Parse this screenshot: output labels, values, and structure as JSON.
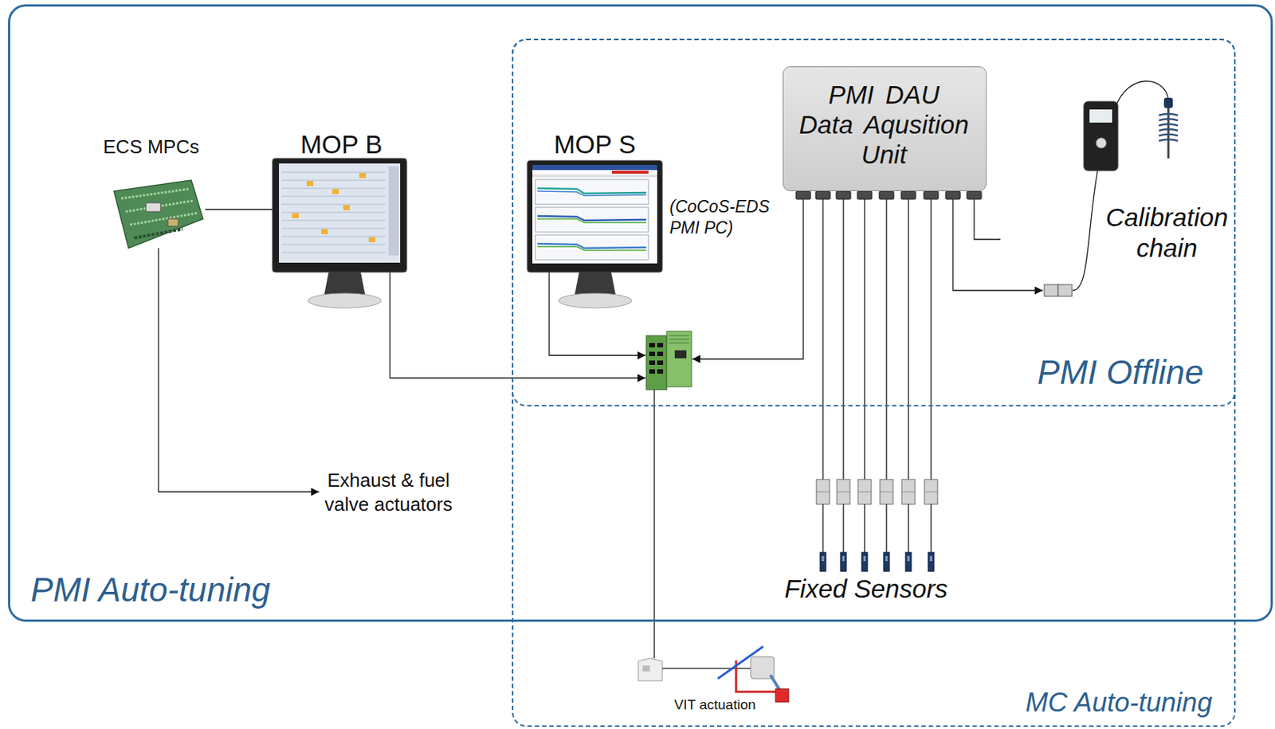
{
  "diagram": {
    "nodes": [
      {
        "text": [
          "PMI Auto-tuning"
        ]
      },
      {
        "text": [
          "MC Auto-tuning"
        ]
      },
      {
        "text": [
          "PMI Offline"
        ],
        "in": 1
      },
      {
        "text": [
          "ECS MPCs"
        ],
        "in": 0
      },
      {
        "text": [
          "MOP B"
        ],
        "in": 0
      },
      {
        "text": [
          "MOP S",
          "(CoCoS-EDS PMI PC)"
        ],
        "in": 2
      },
      {
        "text": [
          "PMI DAU Data Aqusition Unit"
        ],
        "in": 2
      },
      {
        "text": [
          "Calibration chain"
        ],
        "in": 2
      },
      {
        "text": [
          "Exhaust & fuel valve actuators"
        ],
        "in": 0
      },
      {
        "text": [
          "Fixed Sensors"
        ],
        "in": 1
      },
      {
        "text": [
          "VIT actuation"
        ],
        "in": 1
      }
    ],
    "edges": [
      {
        "from": 3,
        "to": 4,
        "arrow": "none"
      },
      {
        "from": 3,
        "to": 8,
        "arrow": "to"
      },
      {
        "from": 6,
        "to": 9,
        "arrow": "none"
      },
      {
        "from": 6,
        "to": 9,
        "arrow": "none"
      },
      {
        "from": 6,
        "to": 9,
        "arrow": "none"
      },
      {
        "from": 6,
        "to": 9,
        "arrow": "none"
      },
      {
        "from": 6,
        "to": 9,
        "arrow": "none"
      },
      {
        "from": 6,
        "to": 9,
        "arrow": "none"
      },
      {
        "from": 6,
        "to": 7,
        "arrow": "to"
      }
    ]
  }
}
